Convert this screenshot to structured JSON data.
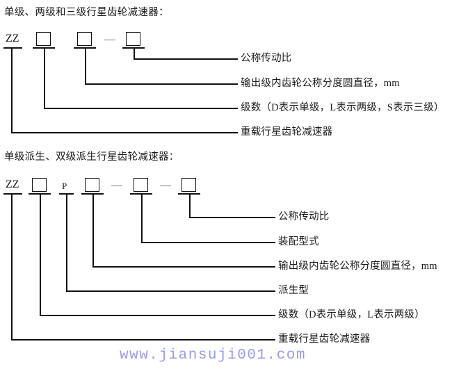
{
  "page": {
    "watermark": "www.jiansuji001.com"
  },
  "diagrams": [
    {
      "title": "单级、两级和三级行星齿轮减速器：",
      "tokens": [
        {
          "kind": "text",
          "value": "ZZ"
        },
        {
          "kind": "box",
          "value": ""
        },
        {
          "kind": "box",
          "value": ""
        },
        {
          "kind": "dash",
          "value": "—"
        },
        {
          "kind": "box",
          "value": ""
        }
      ],
      "labels": [
        "公称传动比",
        "输出级内齿轮公称分度圆直径，mm",
        "级数（D表示单级，L表示两级，S表示三级）",
        "重载行星齿轮减速器"
      ]
    },
    {
      "title": "单级派生、双级派生行星齿轮减速器：",
      "tokens": [
        {
          "kind": "text",
          "value": "ZZ"
        },
        {
          "kind": "box",
          "value": ""
        },
        {
          "kind": "text",
          "value": "P"
        },
        {
          "kind": "box",
          "value": ""
        },
        {
          "kind": "dash",
          "value": "—"
        },
        {
          "kind": "box",
          "value": ""
        },
        {
          "kind": "dash",
          "value": "—"
        },
        {
          "kind": "box",
          "value": ""
        }
      ],
      "labels": [
        "公称传动比",
        "装配型式",
        "输出级内齿轮公称分度圆直径，mm",
        "派生型",
        "级数（D表示单级，L表示两级）",
        "重载行星齿轮减速器"
      ]
    }
  ]
}
